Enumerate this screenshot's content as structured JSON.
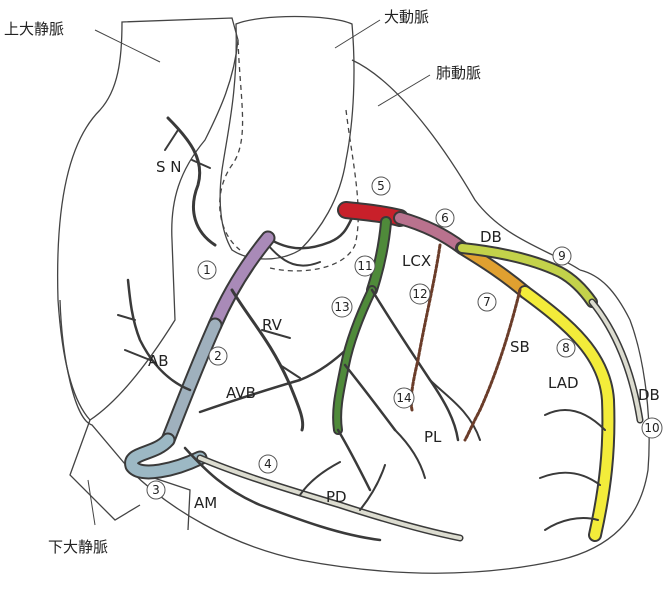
{
  "labels": {
    "svc": "上大静脈",
    "aorta": "大動脈",
    "pa": "肺動脈",
    "ivc": "下大静脈",
    "sn": "S N",
    "rv": "RV",
    "ab": "AB",
    "avb": "AVB",
    "am": "AM",
    "pd": "PD",
    "pl": "PL",
    "lcx": "LCX",
    "db1": "DB",
    "sb": "SB",
    "lad": "LAD",
    "db2": "DB"
  },
  "segments": {
    "s1": "1",
    "s2": "2",
    "s3": "3",
    "s4": "4",
    "s5": "5",
    "s6": "6",
    "s7": "7",
    "s8": "8",
    "s9": "9",
    "s10": "10",
    "s11": "11",
    "s12": "12",
    "s13": "13",
    "s14": "14"
  },
  "colors": {
    "rca_proximal": "#a98ab8",
    "rca_mid": "#9fb0bd",
    "rca_distal": "#9cb8c4",
    "lmt": "#c8202a",
    "lad_proximal": "#b9728e",
    "lad_mid": "#e0a030",
    "lad_distal": "#f3ec3a",
    "diagonal": "#c3d24a",
    "lcx": "#4f8a3a",
    "vessel_line": "#3a3a3a"
  }
}
